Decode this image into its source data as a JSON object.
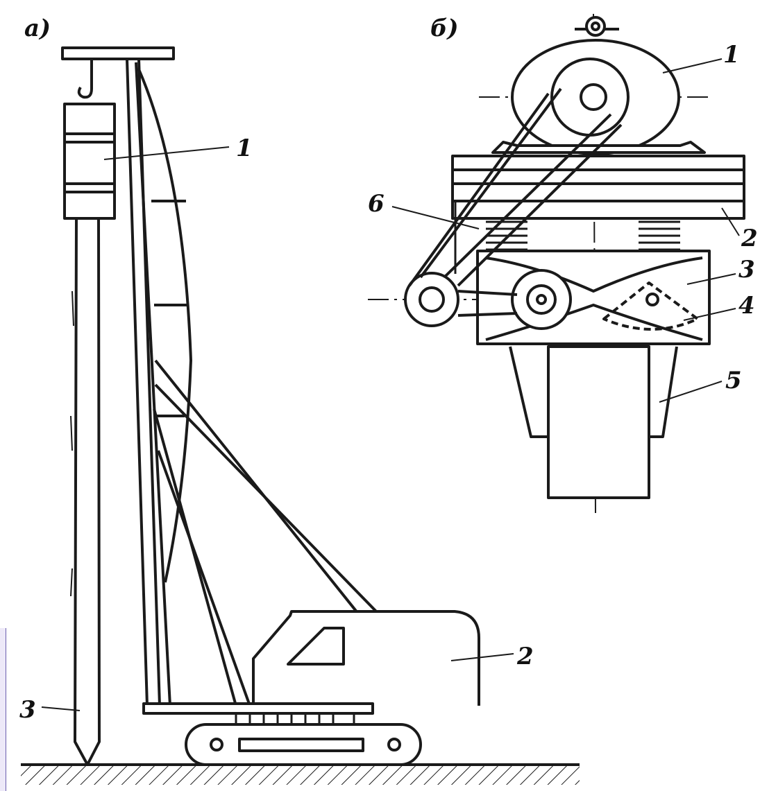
{
  "panels": {
    "a": {
      "letter": "а)",
      "callouts": [
        "1",
        "2",
        "3"
      ]
    },
    "b": {
      "letter": "б)",
      "callouts": [
        "1",
        "2",
        "3",
        "4",
        "5",
        "6"
      ]
    }
  },
  "colors": {
    "ink": "#1a1a1a",
    "paper": "#ffffff",
    "edge": "#6b5fae"
  }
}
